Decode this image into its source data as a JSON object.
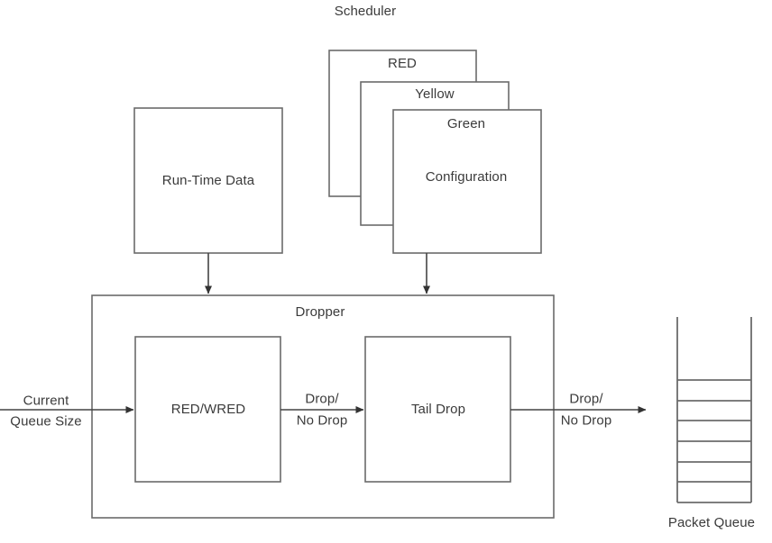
{
  "diagram": {
    "title_top": "Scheduler",
    "colors": {
      "stroke": "#6b6b6b",
      "text": "#3b3b3b",
      "arrow": "#444444",
      "background": "#ffffff"
    },
    "nodes": {
      "scheduler_label": "Scheduler",
      "card_red": "RED",
      "card_yellow": "Yellow",
      "card_green": "Green",
      "card_green_sub": "Configuration",
      "runtime_data": "Run-Time Data",
      "dropper": "Dropper",
      "red_wred": "RED/WRED",
      "tail_drop": "Tail Drop",
      "packet_queue": "Packet Queue"
    },
    "edges": {
      "input_label_line1": "Current",
      "input_label_line2": "Queue Size",
      "middle_label_line1": "Drop/",
      "middle_label_line2": "No Drop",
      "output_label_line1": "Drop/",
      "output_label_line2": "No Drop"
    },
    "queue": {
      "cell_count": 6
    }
  }
}
